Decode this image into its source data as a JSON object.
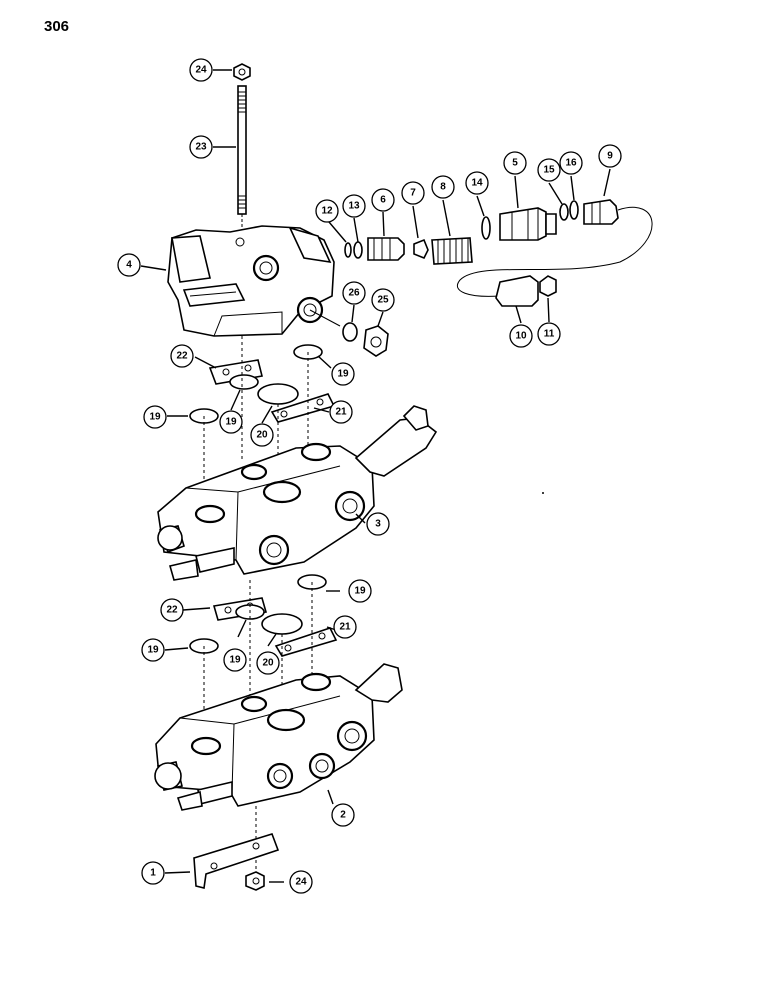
{
  "page_number": "306",
  "callouts": [
    {
      "id": "c24a",
      "label": "24"
    },
    {
      "id": "c23",
      "label": "23"
    },
    {
      "id": "c4",
      "label": "4"
    },
    {
      "id": "c12",
      "label": "12"
    },
    {
      "id": "c13",
      "label": "13"
    },
    {
      "id": "c6",
      "label": "6"
    },
    {
      "id": "c7",
      "label": "7"
    },
    {
      "id": "c8",
      "label": "8"
    },
    {
      "id": "c14",
      "label": "14"
    },
    {
      "id": "c5",
      "label": "5"
    },
    {
      "id": "c15",
      "label": "15"
    },
    {
      "id": "c16",
      "label": "16"
    },
    {
      "id": "c9",
      "label": "9"
    },
    {
      "id": "c26",
      "label": "26"
    },
    {
      "id": "c25",
      "label": "25"
    },
    {
      "id": "c10",
      "label": "10"
    },
    {
      "id": "c11",
      "label": "11"
    },
    {
      "id": "c22a",
      "label": "22"
    },
    {
      "id": "c19a",
      "label": "19"
    },
    {
      "id": "c19b",
      "label": "19"
    },
    {
      "id": "c19c",
      "label": "19"
    },
    {
      "id": "c21a",
      "label": "21"
    },
    {
      "id": "c20a",
      "label": "20"
    },
    {
      "id": "c3",
      "label": "3"
    },
    {
      "id": "c19d",
      "label": "19"
    },
    {
      "id": "c22b",
      "label": "22"
    },
    {
      "id": "c21b",
      "label": "21"
    },
    {
      "id": "c19e",
      "label": "19"
    },
    {
      "id": "c19f",
      "label": "19"
    },
    {
      "id": "c20b",
      "label": "20"
    },
    {
      "id": "c2",
      "label": "2"
    },
    {
      "id": "c1",
      "label": "1"
    },
    {
      "id": "c24b",
      "label": "24"
    }
  ]
}
